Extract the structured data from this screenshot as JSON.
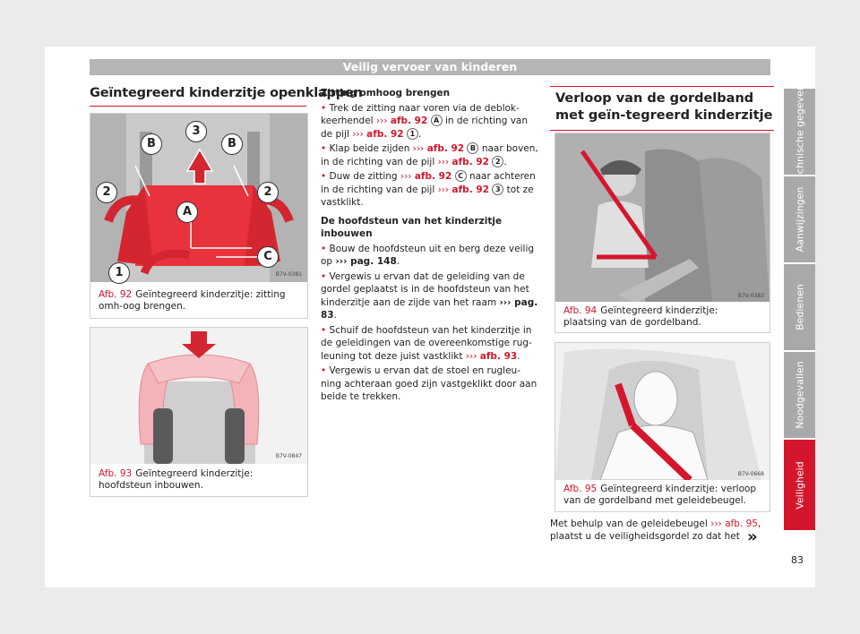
{
  "header": {
    "banner": "Veilig vervoer van kinderen"
  },
  "left": {
    "heading": "Geïntegreerd kinderzitje openklappen",
    "fig92": {
      "code": "B7V-0381",
      "label": "Afb. 92",
      "caption": "Geïntegreerd kinderzitje: zitting omh-oog brengen.",
      "callouts": [
        "3",
        "B",
        "B",
        "2",
        "2",
        "A",
        "C",
        "1"
      ]
    },
    "fig93": {
      "code": "B7V-0847",
      "label": "Afb. 93",
      "caption": "Geïntegreerd kinderzitje: hoofdsteun inbouwen."
    }
  },
  "middle": {
    "sub1": "Zitting omhoog brengen",
    "b1": [
      "Trek de zitting naar voren via de deblok-keerhendel",
      "afb. 92",
      "A",
      "in de richting van de pijl",
      "afb. 92",
      "1",
      "."
    ],
    "b2": [
      "Klap beide zijden",
      "afb. 92",
      "B",
      "naar boven, in de richting van de pijl",
      "afb. 92",
      "2",
      "."
    ],
    "b3": [
      "Duw de zitting",
      "afb. 92",
      "C",
      "naar achteren in de richting van de pijl",
      "afb. 92",
      "3",
      "tot ze vastklikt."
    ],
    "sub2": "De hoofdsteun van het kinderzitje inbouwen",
    "b4": [
      "Bouw de hoofdsteun uit en berg deze veilig op",
      "pag. 148",
      "."
    ],
    "b5": [
      "Vergewis u ervan dat de geleiding van de gordel geplaatst is in de hoofdsteun van het kinderzitje aan de zijde van het raam",
      "pag. 83",
      "."
    ],
    "b6": [
      "Schuif de hoofdsteun van het kinderzitje in de geleidingen van de overeenkomstige rug-leuning tot deze juist vastklikt",
      "afb. 93",
      "."
    ],
    "b7": "Vergewis u ervan dat de stoel en rugleu-ning achteraan goed zijn vastgeklikt door aan beide te trekken."
  },
  "right": {
    "heading": "Verloop van de gordelband met geïn-tegreerd kinderzitje",
    "fig94": {
      "code": "B7V-0383",
      "label": "Afb. 94",
      "caption": "Geïntegreerd kinderzitje: plaatsing van de gordelband."
    },
    "fig95": {
      "code": "B7V-0668",
      "label": "Afb. 95",
      "caption": "Geïntegreerd kinderzitje: verloop van de gordelband met geleidebeugel."
    },
    "bottom": [
      "Met behulp van de geleidebeugel",
      "afb. 95",
      ", plaatst u de veiligheidsgordel zo dat het"
    ],
    "continue": "»"
  },
  "tabs": [
    "Technische gegevens",
    "Aanwijzingen",
    "Bedienen",
    "Noodgevallen",
    "Veiligheid"
  ],
  "page_number": "83",
  "colors": {
    "accent": "#d4162c",
    "tab": "#a9a9a9"
  }
}
